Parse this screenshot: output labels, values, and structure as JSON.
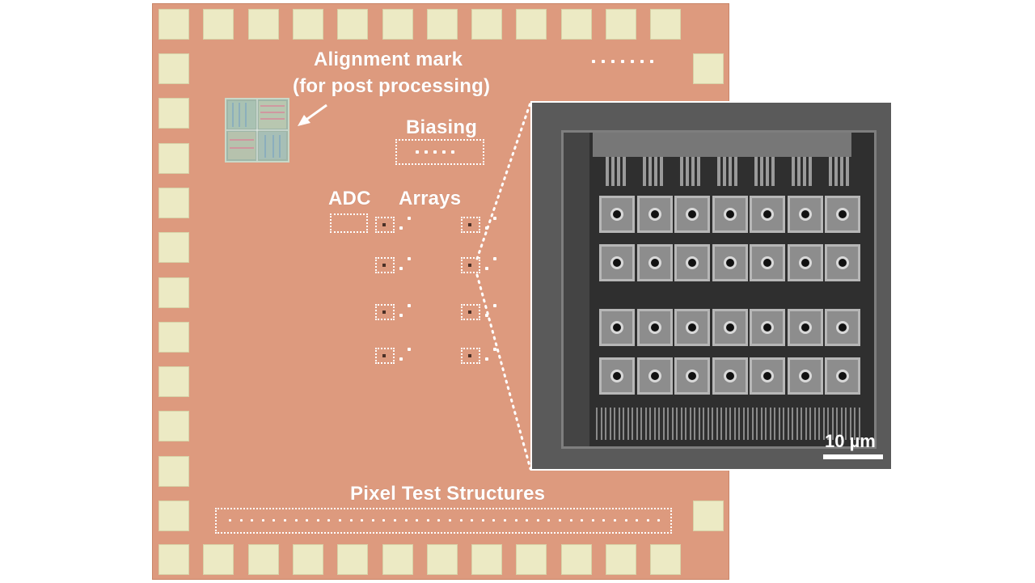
{
  "figure": {
    "labels": {
      "alignment_mark": "Alignment mark",
      "alignment_note": "(for post processing)",
      "biasing": "Biasing",
      "adc": "ADC",
      "arrays": "Arrays",
      "pixel_test_structures": "Pixel Test Structures"
    },
    "scale_bar": {
      "label": "10 µm"
    },
    "colors": {
      "die": "#dd9a7e",
      "bond_pad": "#eceac4",
      "annotation": "#ffffff",
      "sem_background": "#5a5a5a"
    },
    "inset": {
      "pixel_rows": 4,
      "pixel_columns": 7
    },
    "icons": [
      "arrow-icon"
    ]
  }
}
